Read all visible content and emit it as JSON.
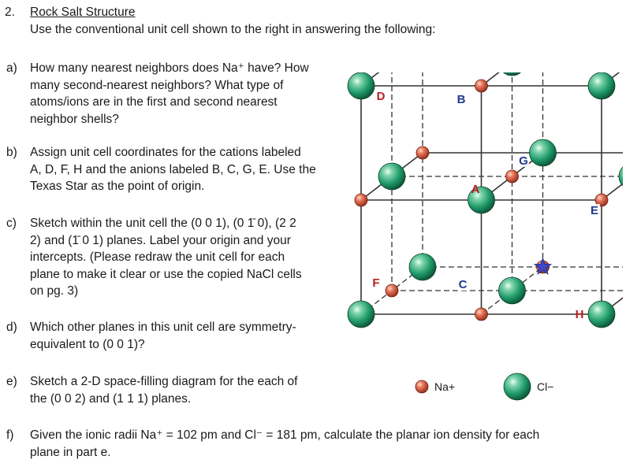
{
  "problem": {
    "number": "2.",
    "title": "Rock Salt Structure",
    "intro": "Use the conventional unit cell shown to the right in answering the following:"
  },
  "parts": [
    {
      "label": "a)",
      "lines": [
        "How many nearest neighbors does Na⁺ have? How",
        "many second-nearest neighbors? What type of",
        "atoms/ions are in the first and second nearest",
        "neighbor shells?"
      ]
    },
    {
      "label": "b)",
      "lines": [
        "Assign unit cell coordinates for the cations labeled",
        "A, D, F, H and the anions labeled B, C, G, E. Use the",
        "Texas Star as the point of origin."
      ]
    },
    {
      "label": "c)",
      "lines": [
        "Sketch within the unit cell the (0 0 1), (0 1̄ 0), (2 2",
        "2) and (1̄ 0 1) planes. Label your origin and your",
        "intercepts. (Please redraw the unit cell for each",
        "plane to make it clear or use the copied NaCl cells",
        "on pg. 3)"
      ]
    },
    {
      "label": "d)",
      "lines": [
        "Which other planes in this unit cell are symmetry-",
        "equivalent to (0 0 1)?"
      ]
    },
    {
      "label": "e)",
      "lines": [
        "Sketch a 2-D space-filling diagram for the each of",
        "the (0 0 2) and (1 1 1) planes."
      ]
    },
    {
      "label": "f)",
      "lines": [
        "Given the ionic radii Na⁺ = 102 pm and Cl⁻ = 181 pm, calculate the planar ion density for each",
        "plane in part e."
      ]
    }
  ],
  "figure": {
    "atom_labels": [
      "D",
      "B",
      "G",
      "A",
      "E",
      "F",
      "C",
      "H"
    ],
    "legend": {
      "na": "Na+",
      "cl": "Cl−"
    },
    "colors": {
      "na": "#d9573a",
      "cl": "#1f9a6a",
      "line": "#333333",
      "label_red": "#b81f1f",
      "star": "#3b48c8"
    }
  }
}
